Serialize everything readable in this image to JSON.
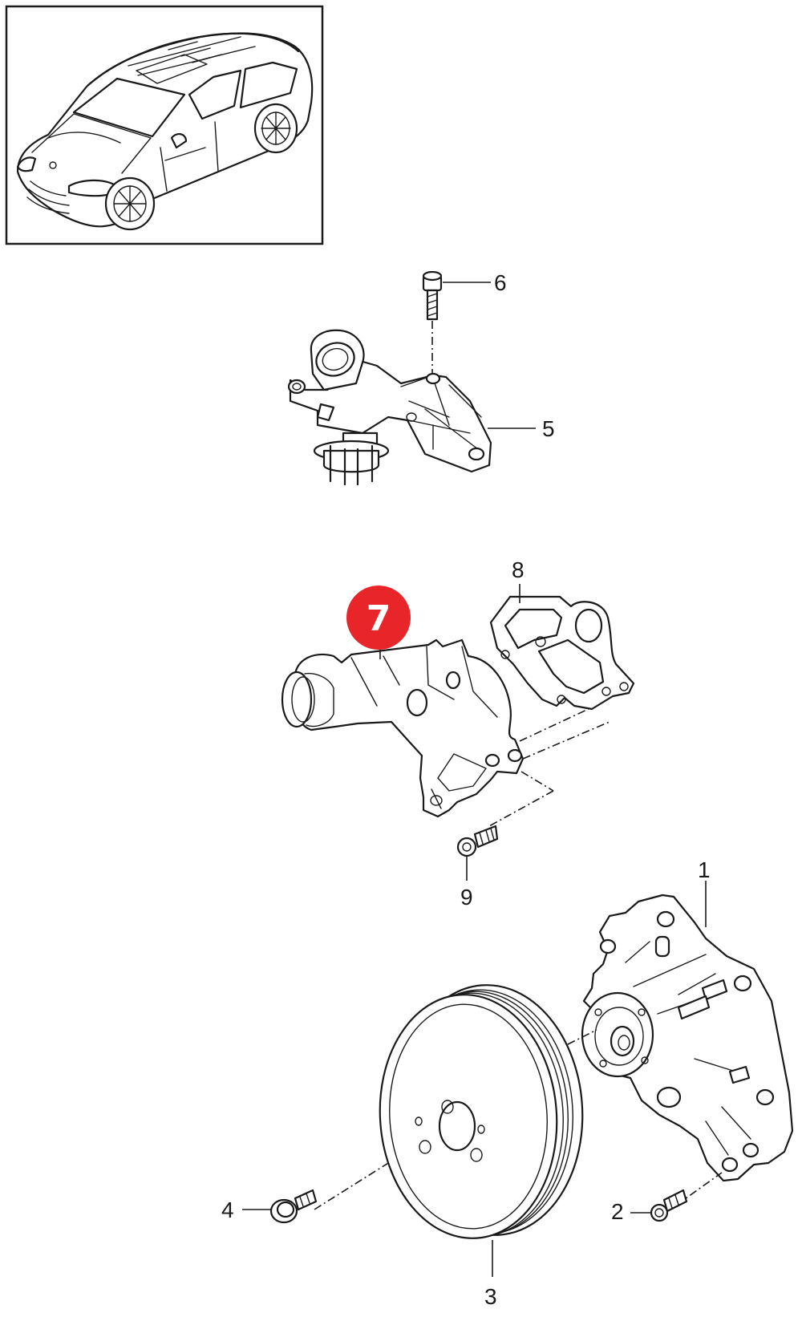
{
  "callouts": [
    {
      "id": "1",
      "label": "1"
    },
    {
      "id": "2",
      "label": "2"
    },
    {
      "id": "3",
      "label": "3"
    },
    {
      "id": "4",
      "label": "4"
    },
    {
      "id": "5",
      "label": "5"
    },
    {
      "id": "6",
      "label": "6"
    },
    {
      "id": "7",
      "label": "7",
      "highlighted": true
    },
    {
      "id": "8",
      "label": "8"
    },
    {
      "id": "9",
      "label": "9"
    }
  ],
  "colors": {
    "line": "#1a1a1a",
    "highlight": "#e8262a",
    "background": "#ffffff"
  },
  "icons": {
    "vehicle": "suv-vehicle-outline"
  }
}
